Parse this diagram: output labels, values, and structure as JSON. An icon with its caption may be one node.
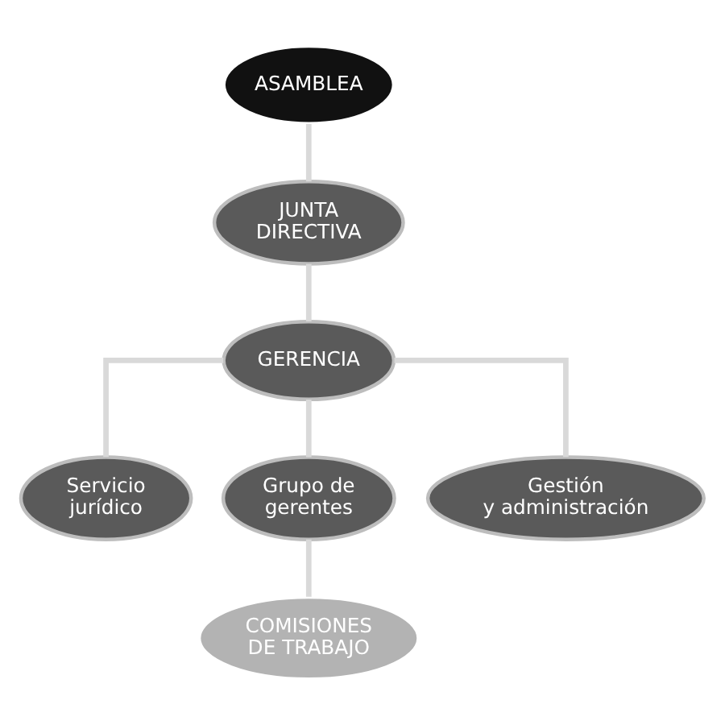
{
  "diagram": {
    "nodes": [
      {
        "text": [
          "ASAMBLEA"
        ]
      },
      {
        "text": [
          "JUNTA DIRECTIVA"
        ]
      },
      {
        "text": [
          "GERENCIA"
        ]
      },
      {
        "text": [
          "Servicio jurídico"
        ]
      },
      {
        "text": [
          "Grupo de gerentes"
        ]
      },
      {
        "text": [
          "Gestión y administración"
        ]
      },
      {
        "text": [
          "COMISIONES DE TRABAJO"
        ]
      }
    ],
    "edges": [
      {
        "from": 0,
        "to": 1,
        "arrow": "none"
      },
      {
        "from": 1,
        "to": 2,
        "arrow": "none"
      },
      {
        "from": 2,
        "to": 3,
        "arrow": "none"
      },
      {
        "from": 2,
        "to": 4,
        "arrow": "none"
      },
      {
        "from": 2,
        "to": 5,
        "arrow": "none"
      },
      {
        "from": 4,
        "to": 6,
        "arrow": "none"
      }
    ]
  }
}
